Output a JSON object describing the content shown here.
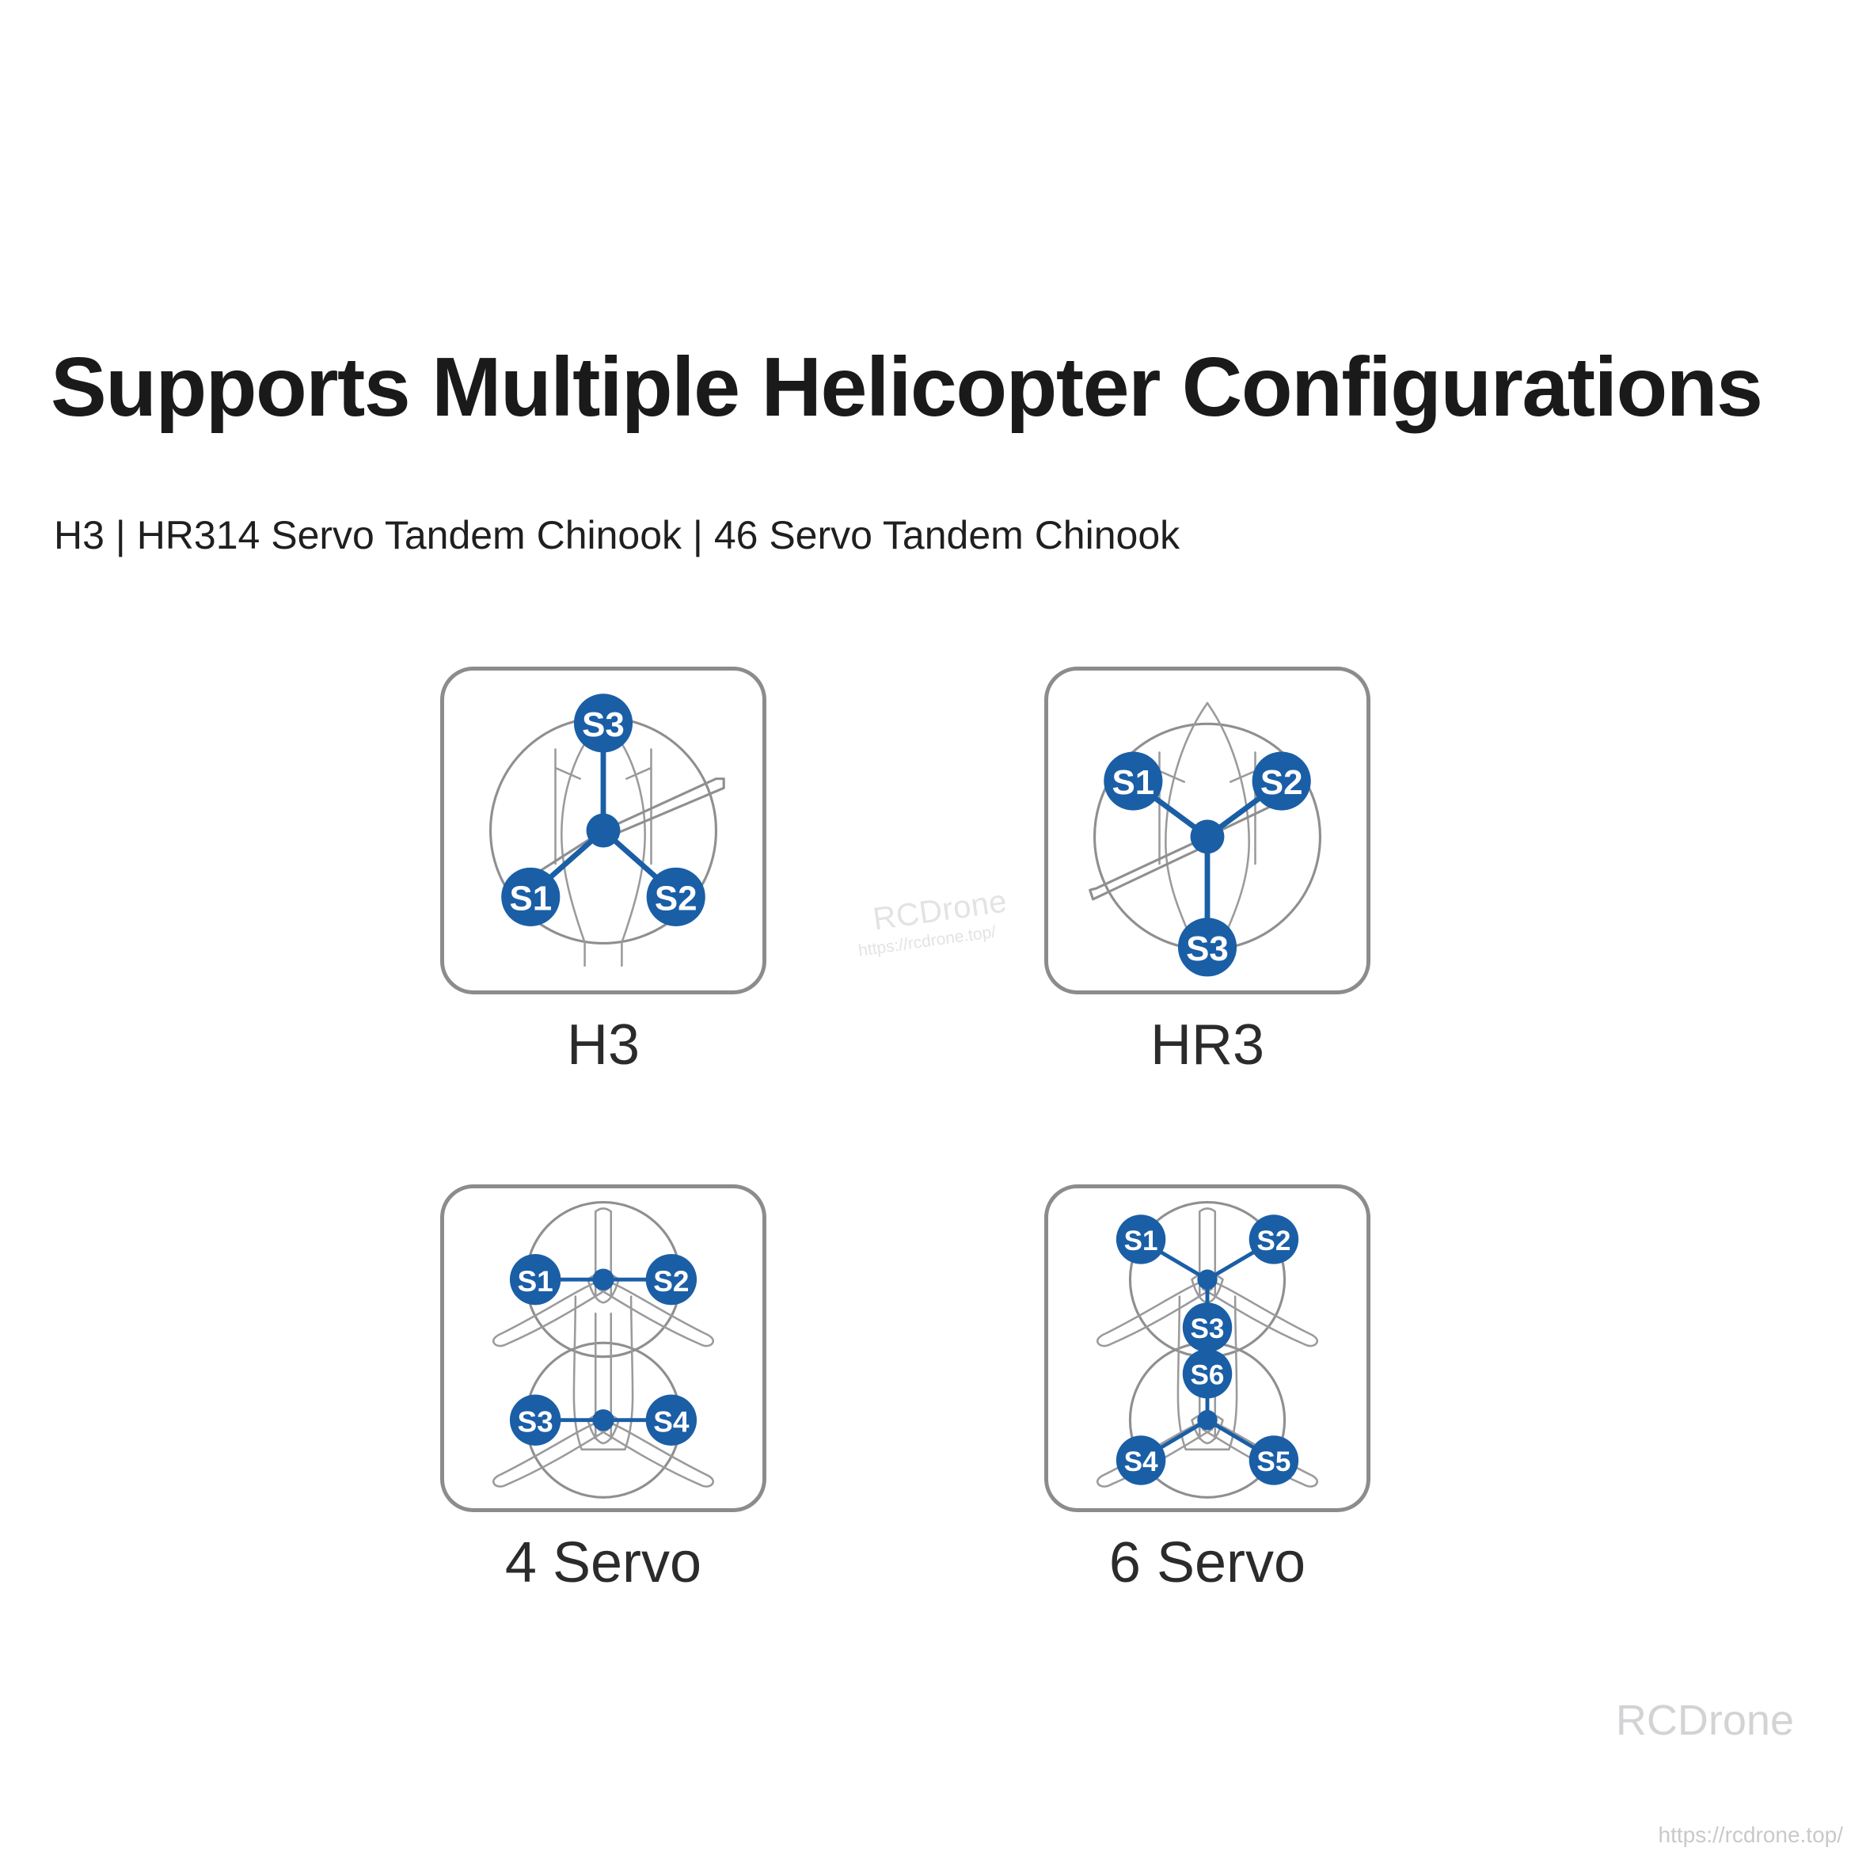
{
  "page": {
    "title": "Supports Multiple Helicopter Configurations",
    "subtitle": "H3 | HR314 Servo Tandem Chinook | 46 Servo Tandem Chinook",
    "background_color": "#ffffff",
    "text_color": "#1a1a1a",
    "accent_color": "#1a5ea6",
    "outline_color": "#8f8f92"
  },
  "configurations": [
    {
      "id": "h3",
      "caption": "H3",
      "layout": "single-rotor",
      "servo_count": 3,
      "servos": [
        {
          "label": "S3",
          "position": "top"
        },
        {
          "label": "S1",
          "position": "bottom-left"
        },
        {
          "label": "S2",
          "position": "bottom-right"
        }
      ]
    },
    {
      "id": "hr3",
      "caption": "HR3",
      "layout": "single-rotor",
      "servo_count": 3,
      "servos": [
        {
          "label": "S1",
          "position": "top-left"
        },
        {
          "label": "S2",
          "position": "top-right"
        },
        {
          "label": "S3",
          "position": "bottom"
        }
      ]
    },
    {
      "id": "servo-4",
      "caption": "4 Servo",
      "layout": "tandem-chinook",
      "servo_count": 4,
      "servos": [
        {
          "label": "S1",
          "position": "front-left"
        },
        {
          "label": "S2",
          "position": "front-right"
        },
        {
          "label": "S3",
          "position": "rear-left"
        },
        {
          "label": "S4",
          "position": "rear-right"
        }
      ]
    },
    {
      "id": "servo-6",
      "caption": "6 Servo",
      "layout": "tandem-chinook",
      "servo_count": 6,
      "servos": [
        {
          "label": "S1",
          "position": "front-left"
        },
        {
          "label": "S2",
          "position": "front-right"
        },
        {
          "label": "S3",
          "position": "front-center"
        },
        {
          "label": "S6",
          "position": "rear-center"
        },
        {
          "label": "S4",
          "position": "rear-left"
        },
        {
          "label": "S5",
          "position": "rear-right"
        }
      ]
    }
  ],
  "watermarks": {
    "center": {
      "brand": "RCDrone",
      "url": "https://rcdrone.top/"
    },
    "corner": {
      "brand": "RCDrone",
      "url": "https://rcdrone.top/"
    }
  }
}
